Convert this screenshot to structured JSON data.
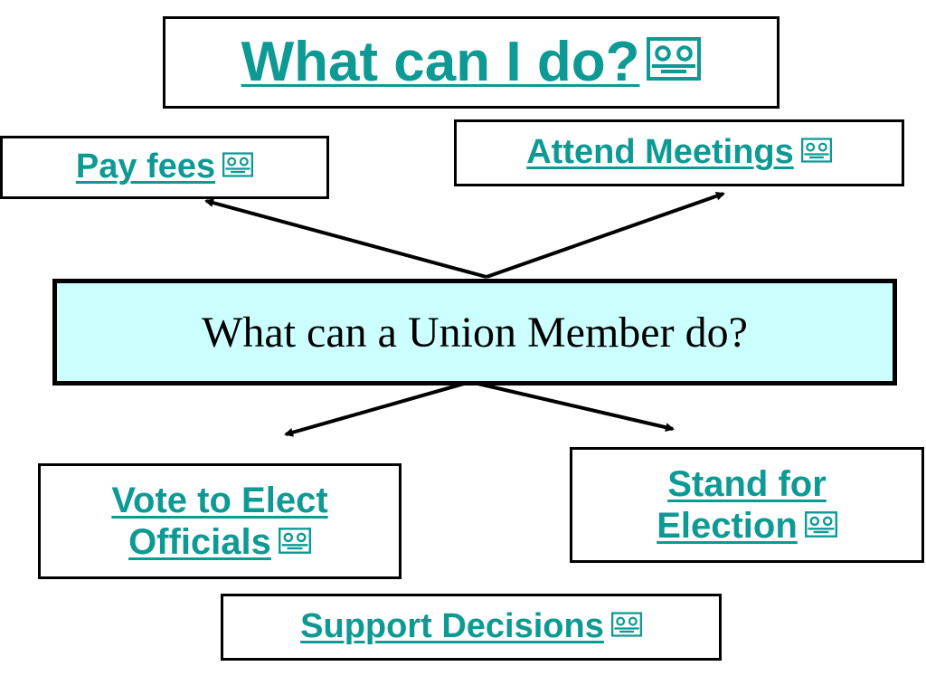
{
  "title": "What can I do?",
  "center": "What can a Union Member do?",
  "nodes": {
    "pay_fees": "Pay fees",
    "attend_meetings": "Attend Meetings",
    "vote_line1": "Vote to Elect",
    "vote_line2": "Officials",
    "stand_line1": "Stand for",
    "stand_line2": "Election",
    "support_decisions": "Support Decisions"
  },
  "icons": {
    "link_icon": "cassette-icon"
  },
  "colors": {
    "link": "#0e9a94",
    "center_fill": "#ccffff",
    "border": "#000000"
  }
}
